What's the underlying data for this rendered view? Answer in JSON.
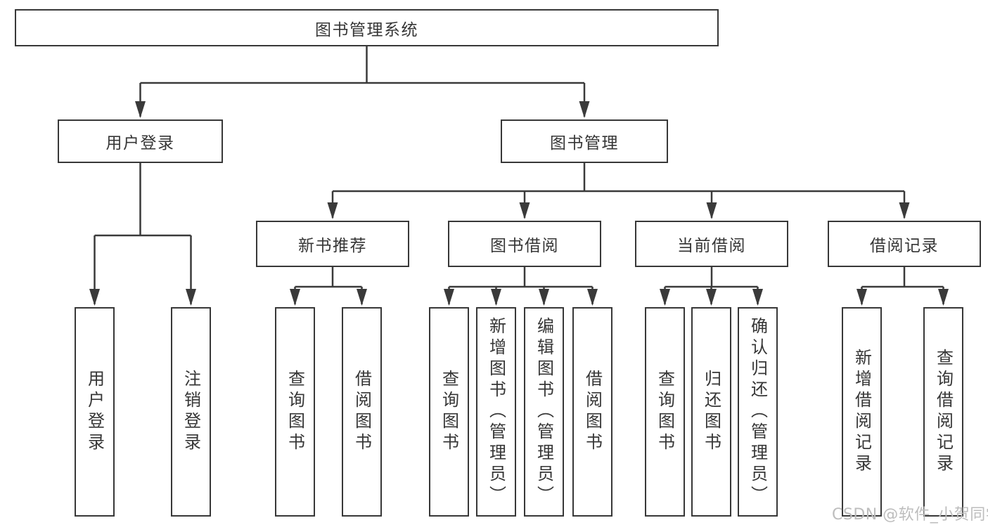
{
  "diagram_title": "图书管理系统",
  "tree": {
    "root": {
      "label": "图书管理系统"
    },
    "branches": [
      {
        "label": "用户登录",
        "children": [
          {
            "label": "用户登录"
          },
          {
            "label": "注销登录"
          }
        ]
      },
      {
        "label": "图书管理",
        "children": [
          {
            "label": "新书推荐",
            "children": [
              {
                "label": "查询图书"
              },
              {
                "label": "借阅图书"
              }
            ]
          },
          {
            "label": "图书借阅",
            "children": [
              {
                "label": "查询图书"
              },
              {
                "label": "新增图书（管理员）"
              },
              {
                "label": "编辑图书（管理员）"
              },
              {
                "label": "借阅图书"
              }
            ]
          },
          {
            "label": "当前借阅",
            "children": [
              {
                "label": "查询图书"
              },
              {
                "label": "归还图书"
              },
              {
                "label": "确认归还（管理员）"
              }
            ]
          },
          {
            "label": "借阅记录",
            "children": [
              {
                "label": "新增借阅记录"
              },
              {
                "label": "查询借阅记录"
              }
            ]
          }
        ]
      }
    ]
  },
  "watermark": {
    "text": "CSDN @软件_小贺同学",
    "color": "#bdbdbd"
  },
  "colors": {
    "line": "#3a3a3a",
    "box_border": "#383838",
    "text": "#363636",
    "background": "#ffffff"
  }
}
